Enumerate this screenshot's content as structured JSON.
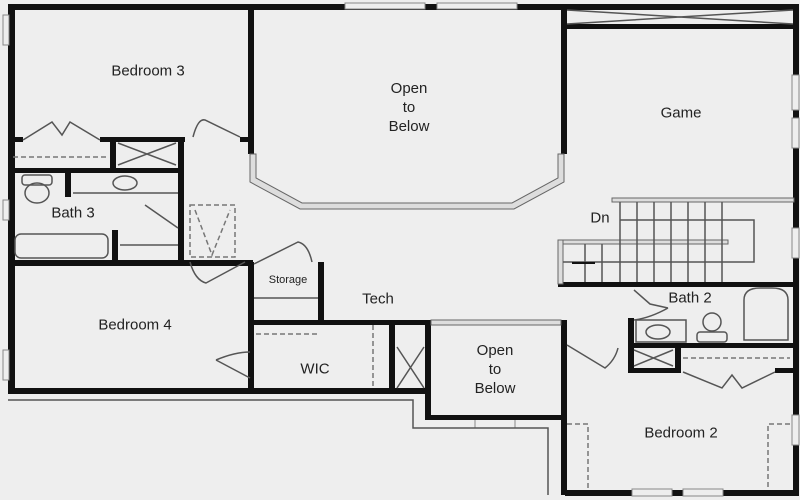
{
  "floor_plan": {
    "rooms": [
      {
        "id": "bedroom-3",
        "label": "Bedroom 3"
      },
      {
        "id": "open-to-below-1",
        "label": "Open\nto\nBelow"
      },
      {
        "id": "game",
        "label": "Game"
      },
      {
        "id": "bath-3",
        "label": "Bath 3"
      },
      {
        "id": "dn",
        "label": "Dn"
      },
      {
        "id": "storage",
        "label": "Storage"
      },
      {
        "id": "tech",
        "label": "Tech"
      },
      {
        "id": "bath-2",
        "label": "Bath 2"
      },
      {
        "id": "bedroom-4",
        "label": "Bedroom 4"
      },
      {
        "id": "wic",
        "label": "WIC"
      },
      {
        "id": "open-to-below-2",
        "label": "Open\nto\nBelow"
      },
      {
        "id": "bedroom-2",
        "label": "Bedroom 2"
      }
    ],
    "colors": {
      "background": "#eeeeee",
      "wall": "#111111",
      "line": "#555555"
    }
  }
}
